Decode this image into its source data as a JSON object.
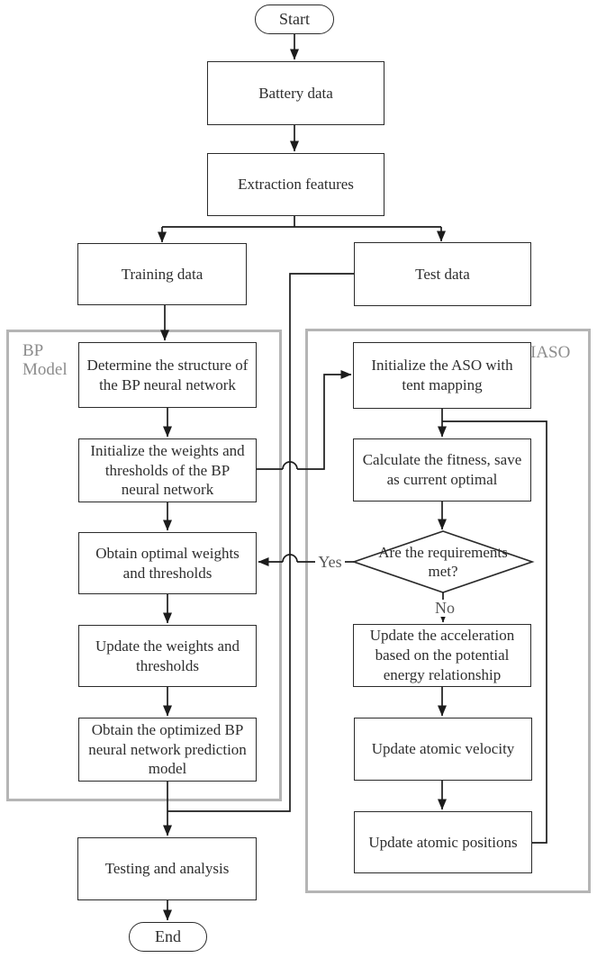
{
  "groups": {
    "bp": {
      "label": "BP Model"
    },
    "iaso": {
      "label": "IASO"
    }
  },
  "nodes": {
    "start": {
      "label": "Start"
    },
    "battery_data": {
      "label": "Battery data"
    },
    "extraction_features": {
      "label": "Extraction features"
    },
    "training_data": {
      "label": "Training data"
    },
    "test_data": {
      "label": "Test data"
    },
    "determine_structure": {
      "label": "Determine the structure of the BP neural network"
    },
    "initialize_weights": {
      "label": "Initialize the weights and thresholds of the BP neural network"
    },
    "obtain_optimal": {
      "label": "Obtain optimal weights and thresholds"
    },
    "update_weights": {
      "label": "Update the weights and thresholds"
    },
    "obtain_optimized": {
      "label": "Obtain the optimized BP neural network prediction model"
    },
    "testing_analysis": {
      "label": "Testing and analysis"
    },
    "end": {
      "label": "End"
    },
    "initialize_aso": {
      "label": "Initialize the ASO with tent mapping"
    },
    "calculate_fitness": {
      "label": "Calculate the fitness, save as current optimal"
    },
    "requirements_met": {
      "label": "Are the requirements met?"
    },
    "update_acceleration": {
      "label": "Update the acceleration based on the potential energy relationship"
    },
    "update_velocity": {
      "label": "Update atomic velocity"
    },
    "update_positions": {
      "label": "Update atomic positions"
    }
  },
  "branch_labels": {
    "yes": "Yes",
    "no": "No"
  },
  "colors": {
    "background": "#ffffff",
    "line": "#1c1c1c",
    "box_border": "#2b2b2b",
    "text": "#2e2e2e",
    "group_border": "#b5b5b5",
    "group_label": "#8c8c8c",
    "branch_label": "#565656"
  }
}
